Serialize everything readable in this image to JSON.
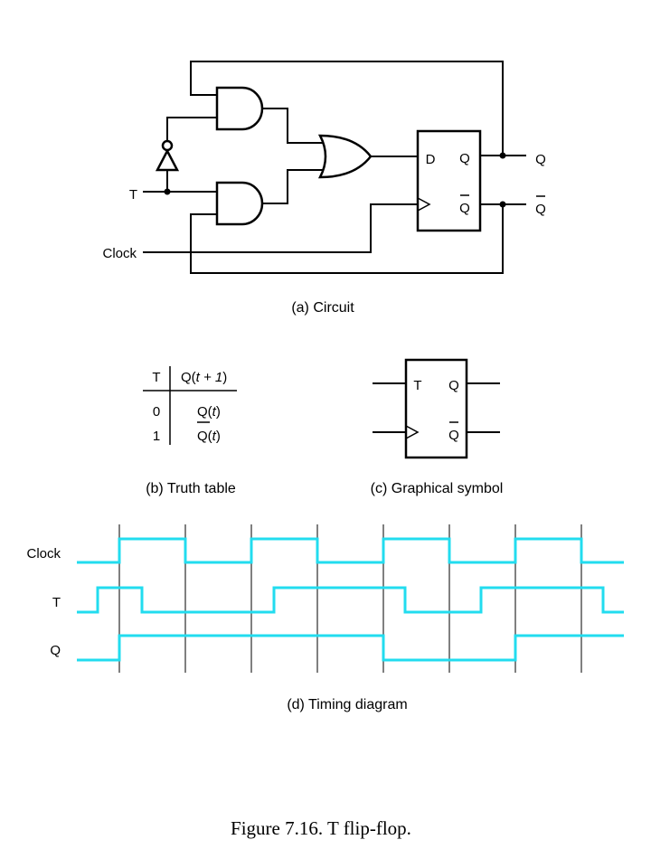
{
  "circuit": {
    "t_label": "T",
    "clock_label": "Clock",
    "d_label": "D",
    "q_pin": "Q",
    "qbar_pin": "Q",
    "q_out": "Q",
    "qbar_out": "Q",
    "caption": "(a) Circuit"
  },
  "truth_table": {
    "header_t": "T",
    "header_q": "Q",
    "header_q_arg": "t + 1",
    "rows": [
      {
        "t": "0",
        "q": "Q",
        "arg": "t",
        "complement": false
      },
      {
        "t": "1",
        "q": "Q",
        "arg": "t",
        "complement": true
      }
    ],
    "caption": "(b) Truth table"
  },
  "symbol": {
    "t_label": "T",
    "q_label": "Q",
    "qbar_label": "Q",
    "caption": "(c) Graphical symbol"
  },
  "timing": {
    "signals": [
      {
        "name": "Clock",
        "values": [
          0,
          1,
          0,
          1,
          0,
          1,
          0,
          1,
          0
        ]
      },
      {
        "name": "T",
        "values": [
          0,
          1,
          0,
          1,
          0,
          1,
          0
        ]
      },
      {
        "name": "Q",
        "values": [
          0,
          1,
          0,
          1
        ]
      }
    ],
    "caption": "(d) Timing diagram"
  },
  "figure_caption": "Figure 7.16.   T flip-flop."
}
